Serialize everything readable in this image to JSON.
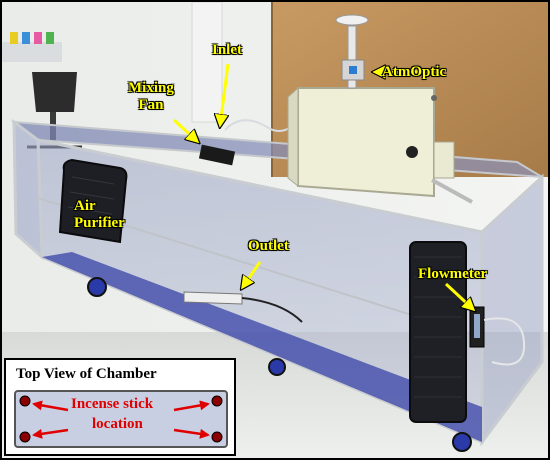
{
  "labels": {
    "inlet": "Inlet",
    "mixing_fan": "Mixing\nFan",
    "atmoptic": "AtmOptic",
    "air_purifier": "Air\nPurifier",
    "outlet": "Outlet",
    "flowmeter": "Flowmeter"
  },
  "inset": {
    "title": "Top View of Chamber",
    "label_line1": "Incense stick",
    "label_line2": "location"
  },
  "colors": {
    "label_text": "#ffff00",
    "arrow": "#ffff00",
    "inset_text": "#e00000",
    "inset_chamber": "#c9cfe3"
  }
}
